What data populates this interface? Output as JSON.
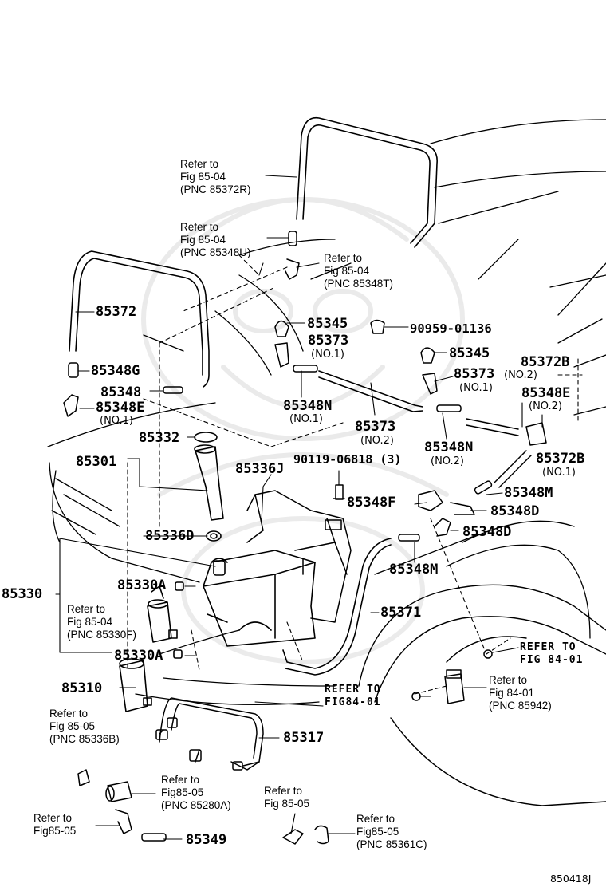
{
  "diagram_id": "850418J",
  "labels": {
    "p85372": "85372",
    "p85348G": "85348G",
    "p85348": "85348",
    "p85348E_1": "85348E",
    "p85348E_1_no": "(NO.1)",
    "p85332": "85332",
    "p85301": "85301",
    "p85345_a": "85345",
    "p90959": "90959-01136",
    "p85373_a": "85373",
    "p85373_a_no": "(NO.1)",
    "p85345_b": "85345",
    "p85373_b": "85373",
    "p85373_b_no": "(NO.1)",
    "p85372B_a": "85372B",
    "p85372B_a_no": "(NO.2)",
    "p85348E_2": "85348E",
    "p85348E_2_no": "(NO.2)",
    "p85348N_a": "85348N",
    "p85348N_a_no": "(NO.1)",
    "p85373_c": "85373",
    "p85373_c_no": "(NO.2)",
    "p85348N_b": "85348N",
    "p85348N_b_no": "(NO.2)",
    "p85372B_b": "85372B",
    "p85372B_b_no": "(NO.1)",
    "p90119": "90119-06818 (3)",
    "p85336J": "85336J",
    "p85348M_a": "85348M",
    "p85348F": "85348F",
    "p85348D_a": "85348D",
    "p85336D": "85336D",
    "p85348D_b": "85348D",
    "p85348M_b": "85348M",
    "p85330": "85330",
    "p85330A_a": "85330A",
    "p85371": "85371",
    "p85330A_b": "85330A",
    "p85310": "85310",
    "p85317": "85317",
    "p85349": "85349"
  },
  "refs": {
    "r1": "Refer to\nFig 85-04\n(PNC 85372R)",
    "r2": "Refer to\nFig 85-04\n(PNC 85348U)",
    "r3": "Refer to\nFig 85-04\n(PNC 85348T)",
    "r4": "Refer to\nFig 85-04\n(PNC 85330F)",
    "r5": "REFER TO\nFIG 84-01",
    "r6": "Refer to\nFig 84-01\n(PNC 85942)",
    "r7": "REFER TO\nFIG84-01",
    "r8": "Refer to\nFig 85-05\n(PNC 85336B)",
    "r9": "Refer to\nFig85-05\n(PNC 85280A)",
    "r10": "Refer to\nFig85-05",
    "r11": "Refer to\nFig 85-05",
    "r12": "Refer to\nFig85-05\n(PNC 85361C)"
  }
}
